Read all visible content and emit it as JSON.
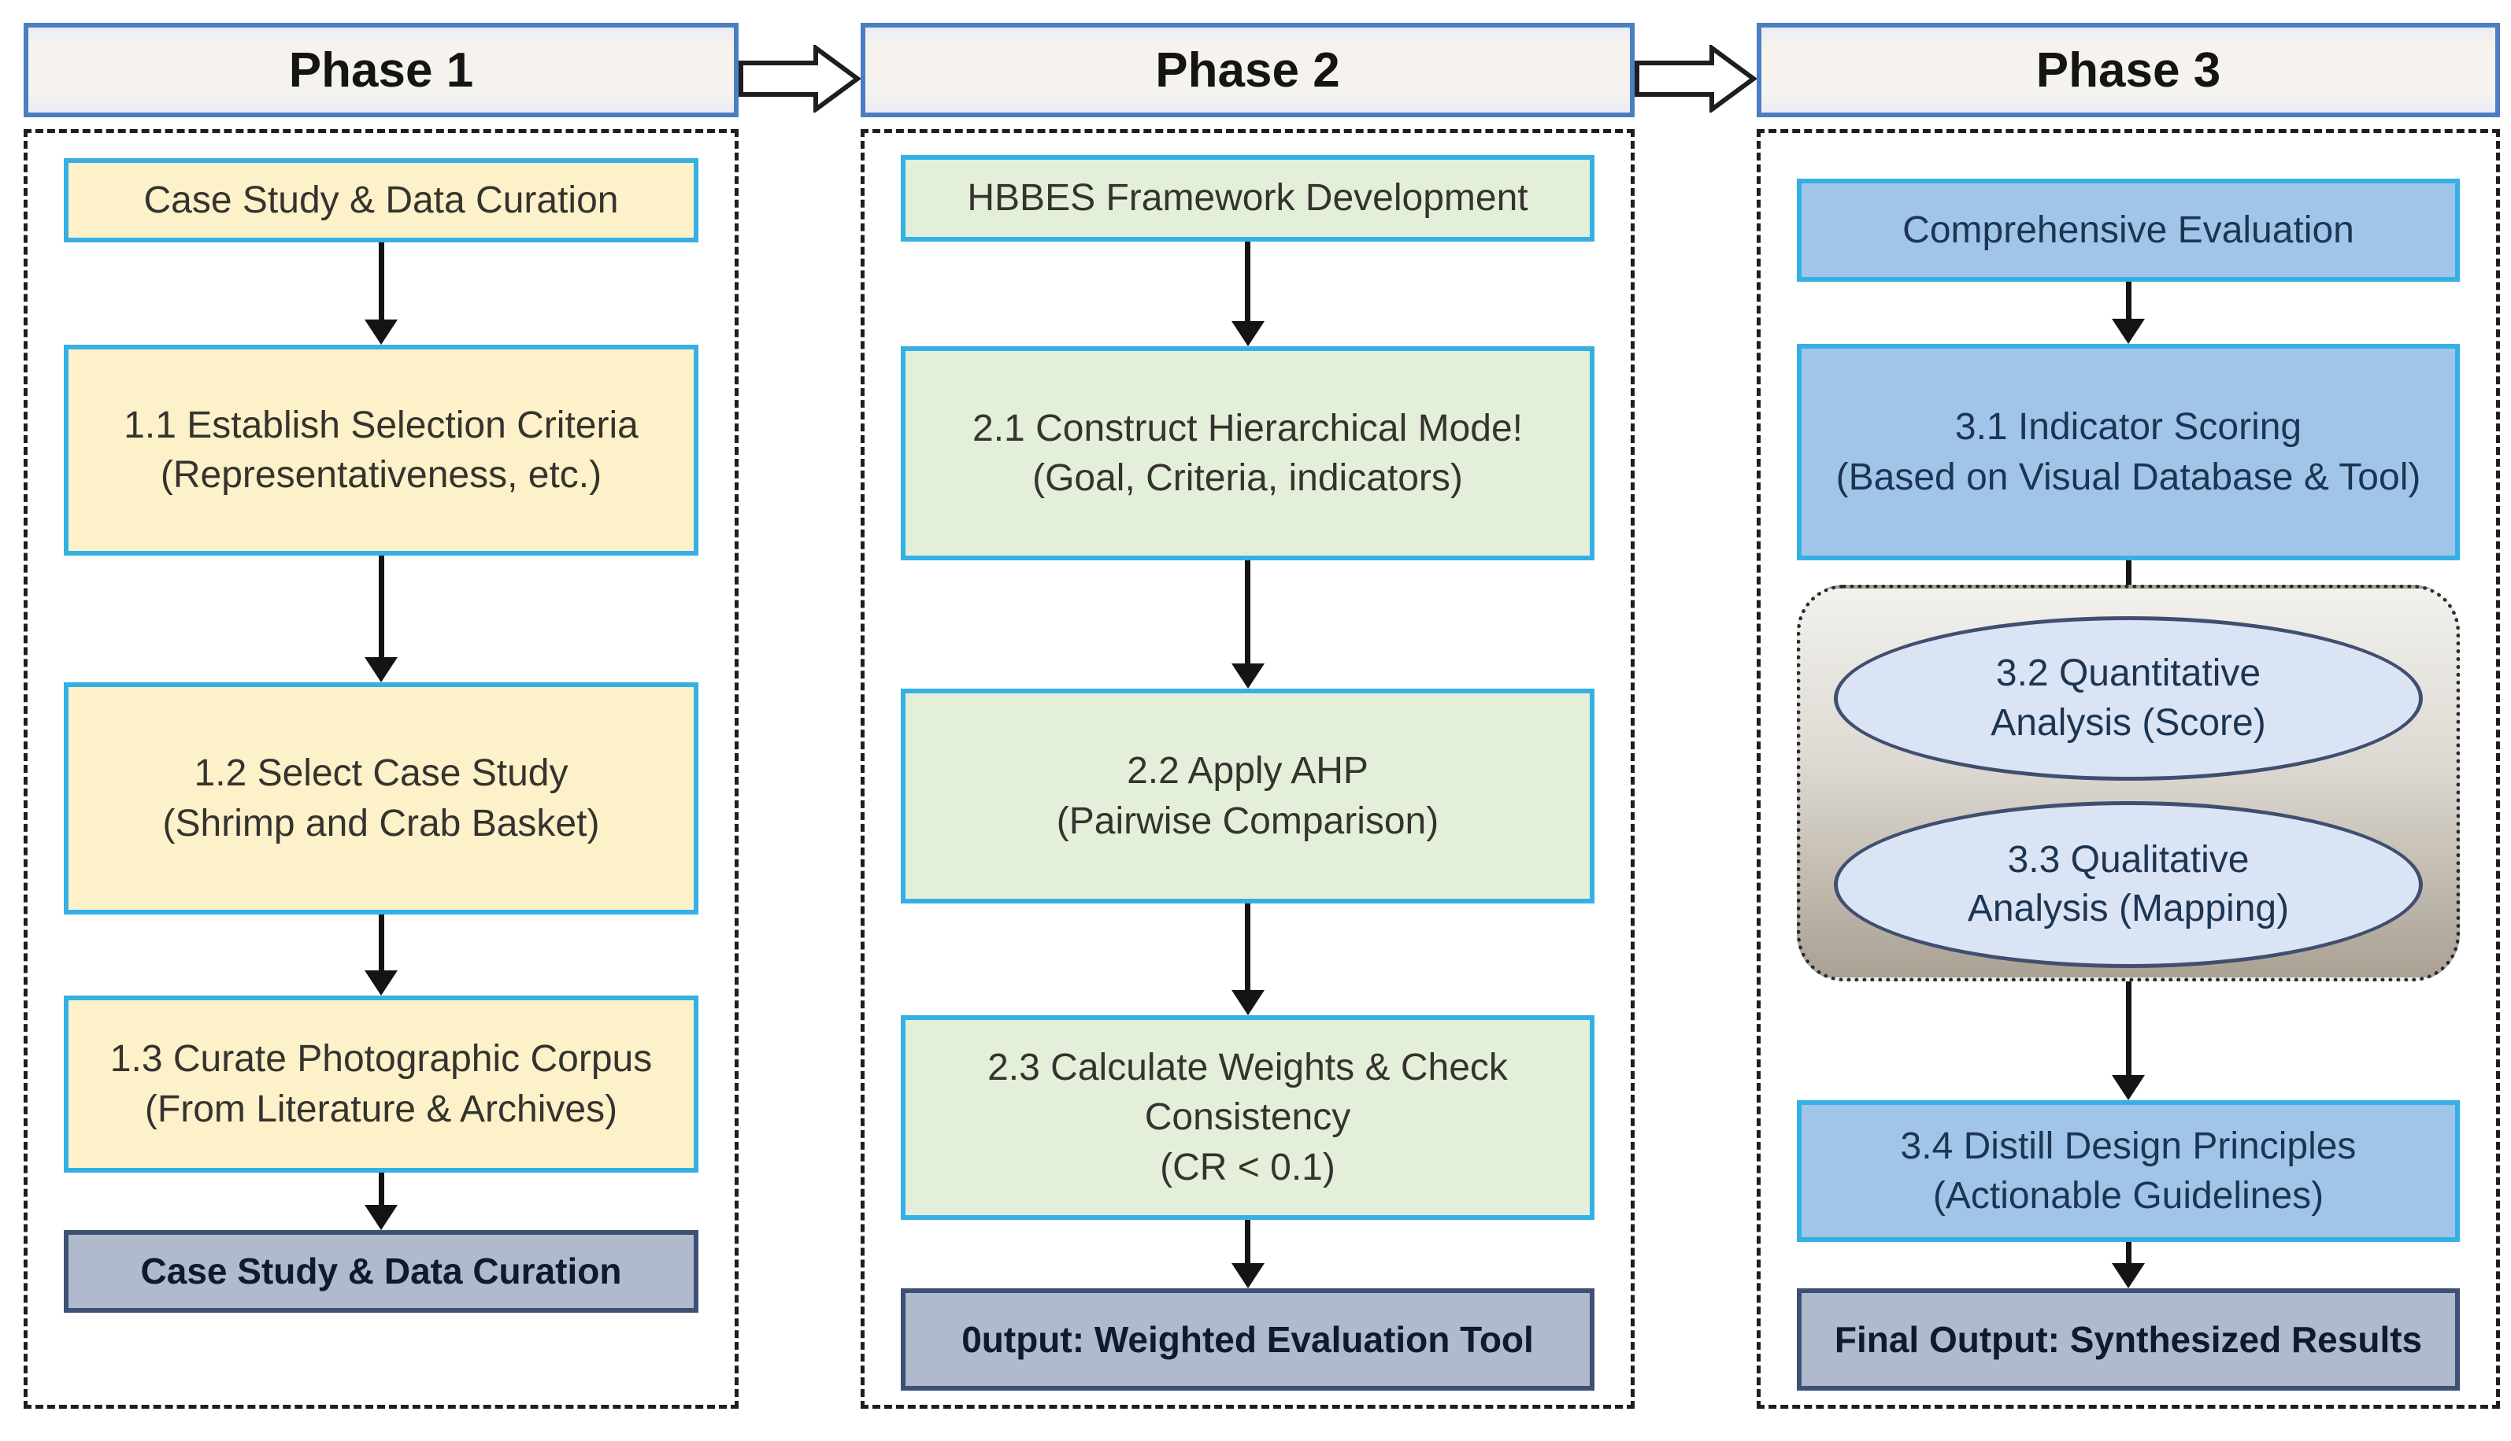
{
  "colors": {
    "phase1_fill": "#fdf1ca",
    "phase2_fill": "#e4efd9",
    "phase3_fill": "#a0c5e8",
    "step_border": "#35b0e4",
    "output_fill": "#b0bacc",
    "output_border": "#3e5074",
    "header_border": "#4b7ec1",
    "ellipse_fill": "#dbe4f4",
    "ellipse_border": "#404f6f",
    "container_top": "#f2f1ee",
    "container_bottom": "#aaa193",
    "arrow_color": "#141414",
    "text_dark": "#35332d",
    "text_navy": "#1c3553",
    "output_text": "#0d1a30"
  },
  "phase1": {
    "header": "Phase 1",
    "step0": {
      "l1": "Case Study & Data Curation"
    },
    "step1": {
      "l1": "1.1 Establish Selection Criteria",
      "l2": "(Representativeness, etc.)"
    },
    "step2": {
      "l1": "1.2 Select Case Study",
      "l2": "(Shrimp and Crab Basket)"
    },
    "step3": {
      "l1": "1.3 Curate Photographic Corpus",
      "l2": "(From Literature & Archives)"
    },
    "output": "Case Study & Data Curation"
  },
  "phase2": {
    "header": "Phase 2",
    "step0": {
      "l1": "HBBES Framework Development"
    },
    "step1": {
      "l1": "2.1 Construct Hierarchical Mode!",
      "l2": "(Goal, Criteria, indicators)"
    },
    "step2": {
      "l1": "2.2 Apply AHP",
      "l2": "(Pairwise Comparison)"
    },
    "step3": {
      "l1": "2.3 Calculate Weights & Check",
      "l2": "Consistency",
      "l3": "(CR < 0.1)"
    },
    "output": "0utput: Weighted Evaluation Tool"
  },
  "phase3": {
    "header": "Phase 3",
    "step0": {
      "l1": "Comprehensive Evaluation"
    },
    "step1": {
      "l1": "3.1 Indicator Scoring",
      "l2": "(Based on Visual Database & Tool)"
    },
    "ellipse1": {
      "l1": "3.2 Quantitative",
      "l2": "Analysis (Score)"
    },
    "ellipse2": {
      "l1": "3.3 Qualitative",
      "l2": "Analysis (Mapping)"
    },
    "step4": {
      "l1": "3.4 Distill Design Principles",
      "l2": "(Actionable Guidelines)"
    },
    "output": "Final Output: Synthesized Results"
  }
}
